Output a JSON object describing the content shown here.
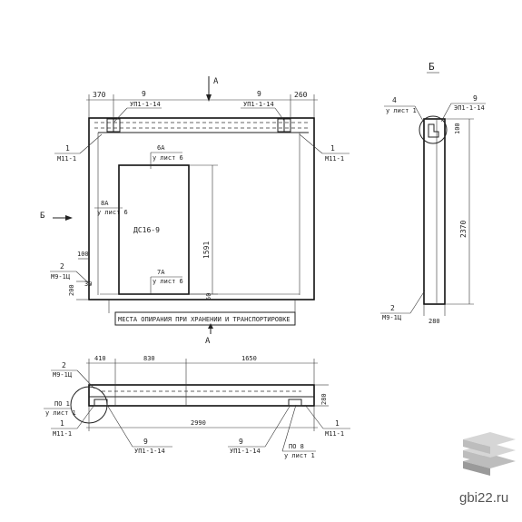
{
  "front_view": {
    "view_a_label": "A",
    "dim_left_top": "370",
    "dim_right_top": "260",
    "callout_top_left_num": "9",
    "callout_top_left_code": "УП1-1-14",
    "callout_top_right_num": "9",
    "callout_top_right_code": "УП1-1-14",
    "callout_left_num": "1",
    "callout_left_code": "М11-1",
    "callout_right_num": "1",
    "callout_right_code": "М11-1",
    "node_6a_num": "6А",
    "node_6a_sheet": "у лист 6",
    "node_8a_num": "8А",
    "node_8a_sheet": "у лист 6",
    "node_7a_num": "7А",
    "node_7a_sheet": "у лист 6",
    "view_b_arrow_label": "Б",
    "door_label": "ДС16-9",
    "dim_opening_height": "1591",
    "dim_100": "100",
    "dim_30": "30",
    "dim_200": "200",
    "dim_50": "50",
    "callout_bottom_left_num": "2",
    "callout_bottom_left_code": "М9-1Ц",
    "support_text": "МЕСТА ОПИРАНИЯ ПРИ ХРАНЕНИИ И ТРАНСПОРТИРОВКЕ",
    "section_a_label": "А"
  },
  "side_view": {
    "title": "Б",
    "callout_4_num": "4",
    "callout_4_sheet": "у лист 1",
    "callout_9_num": "9",
    "callout_9_code": "ЭП1-1-14",
    "dim_top": "100",
    "dim_height": "2370",
    "callout_2_num": "2",
    "callout_2_code": "М9-1Ц",
    "dim_width": "280"
  },
  "plan_view": {
    "dim_410": "410",
    "dim_830": "830",
    "dim_1650": "1650",
    "dim_total": "2990",
    "dim_thickness": "280",
    "callout_2_num": "2",
    "callout_2_code": "М9-1Ц",
    "node_1_num": "ПО 1",
    "node_1_sheet": "у лист 1",
    "callout_1_left_num": "1",
    "callout_1_left_code": "М11-1",
    "callout_9_left_num": "9",
    "callout_9_left_code": "УП1-1-14",
    "callout_9_right_num": "9",
    "callout_9_right_code": "УП1-1-14",
    "node_8_num": "ПО 8",
    "node_8_sheet": "у лист 1",
    "callout_1_right_num": "1",
    "callout_1_right_code": "М11-1"
  },
  "watermark": {
    "site": "gbi22.ru",
    "logo_colors": [
      "#d6d6d6",
      "#bdbdbd",
      "#9a9a9a"
    ]
  }
}
